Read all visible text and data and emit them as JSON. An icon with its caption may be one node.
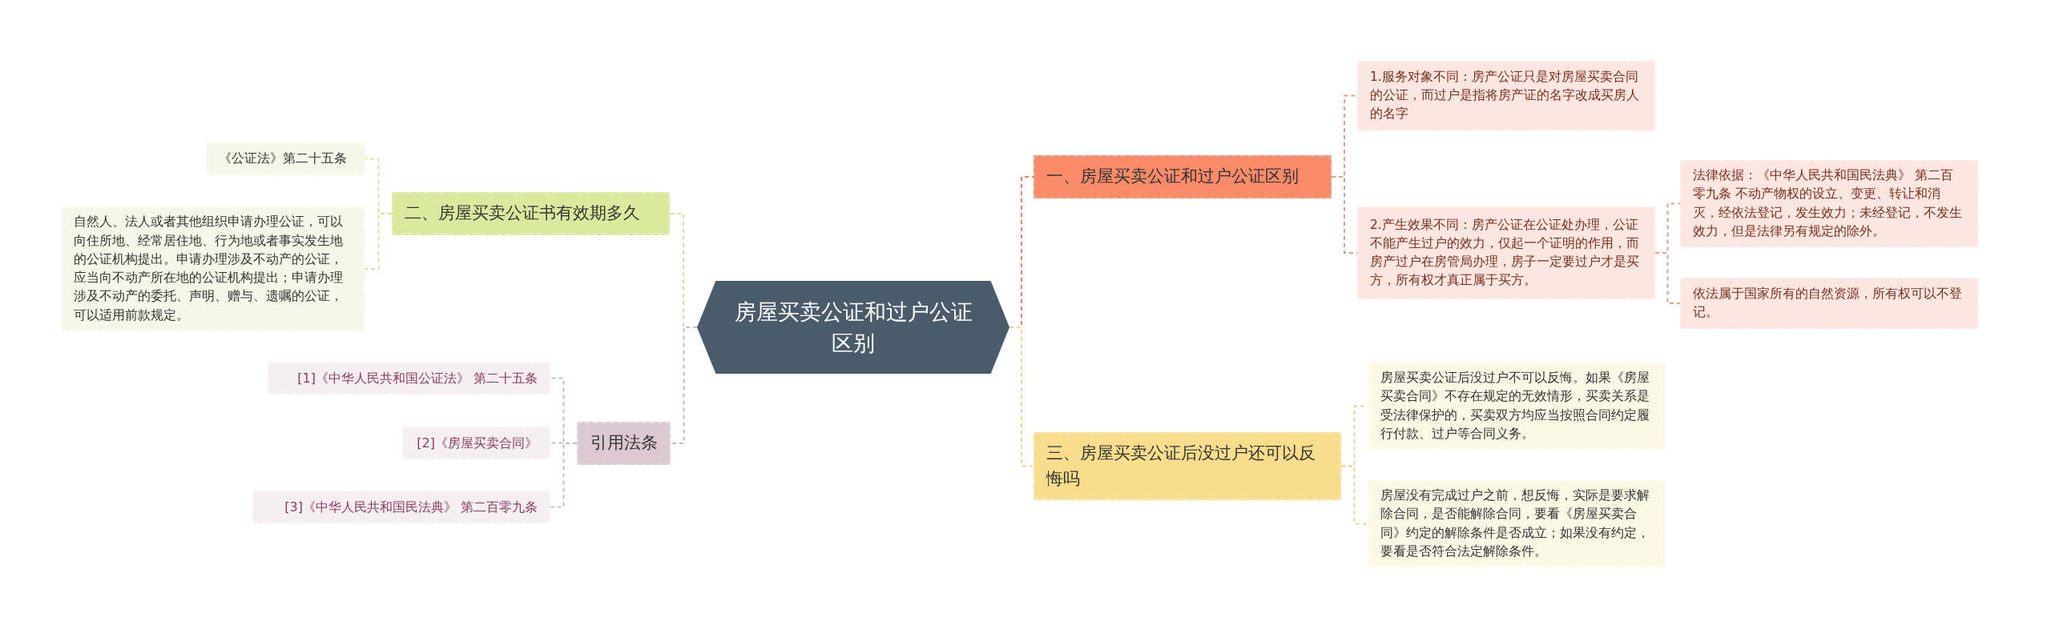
{
  "diagram": {
    "nodes": [
      {
        "text": [
          "房屋买卖公证和过户公证区别"
        ]
      },
      {
        "text": [
          "一、房屋买卖公证和过户公证区别"
        ]
      },
      {
        "text": [
          "1.服务对象不同：房产公证只是对房屋买卖合同的公证，而过户是指将房产证的名字改成买房人的名字"
        ]
      },
      {
        "text": [
          "2.产生效果不同：房产公证在公证处办理，公证不能产生过户的效力，仅起一个证明的作用，而房产过户在房管局办理，房子一定要过户才是买方，所有权才真正属于买方。"
        ]
      },
      {
        "text": [
          "法律依据：《中华人民共和国民法典》 第二百零九条 不动产物权的设立、变更、转让和消灭，经依法登记，发生效力；未经登记，不发生效力，但是法律另有规定的除外。"
        ]
      },
      {
        "text": [
          "依法属于国家所有的自然资源，所有权可以不登记。"
        ]
      },
      {
        "text": [
          "三、房屋买卖公证后没过户还可以反悔吗"
        ]
      },
      {
        "text": [
          "房屋买卖公证后没过户不可以反悔。如果《房屋买卖合同》不存在规定的无效情形，买卖关系是受法律保护的，买卖双方均应当按照合同约定履行付款、过户等合同义务。"
        ]
      },
      {
        "text": [
          "房屋没有完成过户之前，想反悔，实际是要求解除合同，是否能解除合同，要看《房屋买卖合同》约定的解除条件是否成立；如果没有约定，要看是否符合法定解除条件。"
        ]
      },
      {
        "text": [
          "二、房屋买卖公证书有效期多久"
        ]
      },
      {
        "text": [
          "《公证法》第二十五条"
        ]
      },
      {
        "text": [
          "自然人、法人或者其他组织申请办理公证，可以向住所地、经常居住地、行为地或者事实发生地的公证机构提出。申请办理涉及不动产的公证，应当向不动产所在地的公证机构提出；申请办理涉及不动产的委托、声明、赠与、遗嘱的公证，可以适用前款规定。"
        ]
      },
      {
        "text": [
          "引用法条"
        ]
      },
      {
        "text": [
          "[1]《中华人民共和国公证法》 第二十五条"
        ]
      },
      {
        "text": [
          "[2]《房屋买卖合同》"
        ]
      },
      {
        "text": [
          "[3]《中华人民共和国民法典》 第二百零九条"
        ]
      }
    ],
    "edges": [
      {
        "from": 0,
        "to": 1,
        "arrow": "none",
        "style": "dashed",
        "color": "#e8826a"
      },
      {
        "from": 0,
        "to": 6,
        "arrow": "none",
        "style": "dashed",
        "color": "#f0d58a"
      },
      {
        "from": 0,
        "to": 9,
        "arrow": "none",
        "style": "dashed",
        "color": "#d5e39a"
      },
      {
        "from": 0,
        "to": 12,
        "arrow": "none",
        "style": "dashed",
        "color": "#c8b8c0"
      },
      {
        "from": 1,
        "to": 2,
        "arrow": "none",
        "style": "dashed",
        "color": "#e0a08a"
      },
      {
        "from": 1,
        "to": 3,
        "arrow": "none",
        "style": "dashed",
        "color": "#e0a08a"
      },
      {
        "from": 3,
        "to": 4,
        "arrow": "none",
        "style": "dashed",
        "color": "#e0a08a"
      },
      {
        "from": 3,
        "to": 5,
        "arrow": "none",
        "style": "dashed",
        "color": "#e0a08a"
      },
      {
        "from": 6,
        "to": 7,
        "arrow": "none",
        "style": "dashed",
        "color": "#f0d58a"
      },
      {
        "from": 6,
        "to": 8,
        "arrow": "none",
        "style": "dashed",
        "color": "#f0d58a"
      },
      {
        "from": 9,
        "to": 10,
        "arrow": "none",
        "style": "dashed",
        "color": "#d5e39a"
      },
      {
        "from": 9,
        "to": 11,
        "arrow": "none",
        "style": "dashed",
        "color": "#d5e39a"
      },
      {
        "from": 12,
        "to": 13,
        "arrow": "none",
        "style": "dashed",
        "color": "#c8b8c0"
      },
      {
        "from": 12,
        "to": 14,
        "arrow": "none",
        "style": "dashed",
        "color": "#c8b8c0"
      },
      {
        "from": 12,
        "to": 15,
        "arrow": "none",
        "style": "dashed",
        "color": "#c8b8c0"
      }
    ]
  }
}
